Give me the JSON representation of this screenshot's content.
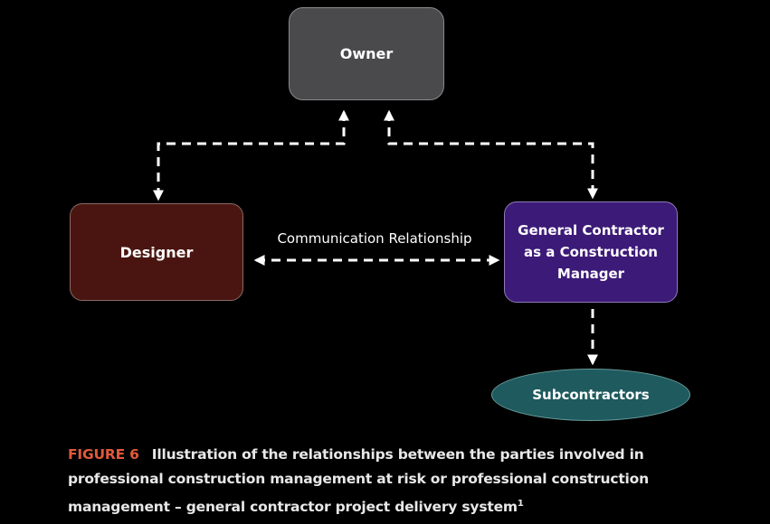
{
  "nodes": {
    "owner": "Owner",
    "designer": "Designer",
    "general_contractor": "General Contractor as a Construction Manager",
    "subcontractors": "Subcontractors"
  },
  "edges": {
    "communication_label": "Communication Relationship"
  },
  "caption": {
    "figure_label": "FIGURE 6",
    "text": "Illustration of the relationships between the parties involved in professional construction management at risk or professional construction management – general contractor project delivery system",
    "footnote": "1"
  },
  "colors": {
    "background": "#000000",
    "owner_fill": "#4a494b",
    "designer_fill": "#4a1510",
    "gc_fill": "#3c1a78",
    "subcontractors_fill": "#1e5a5e",
    "figure_label": "#e05a3a",
    "connector": "#ffffff"
  }
}
